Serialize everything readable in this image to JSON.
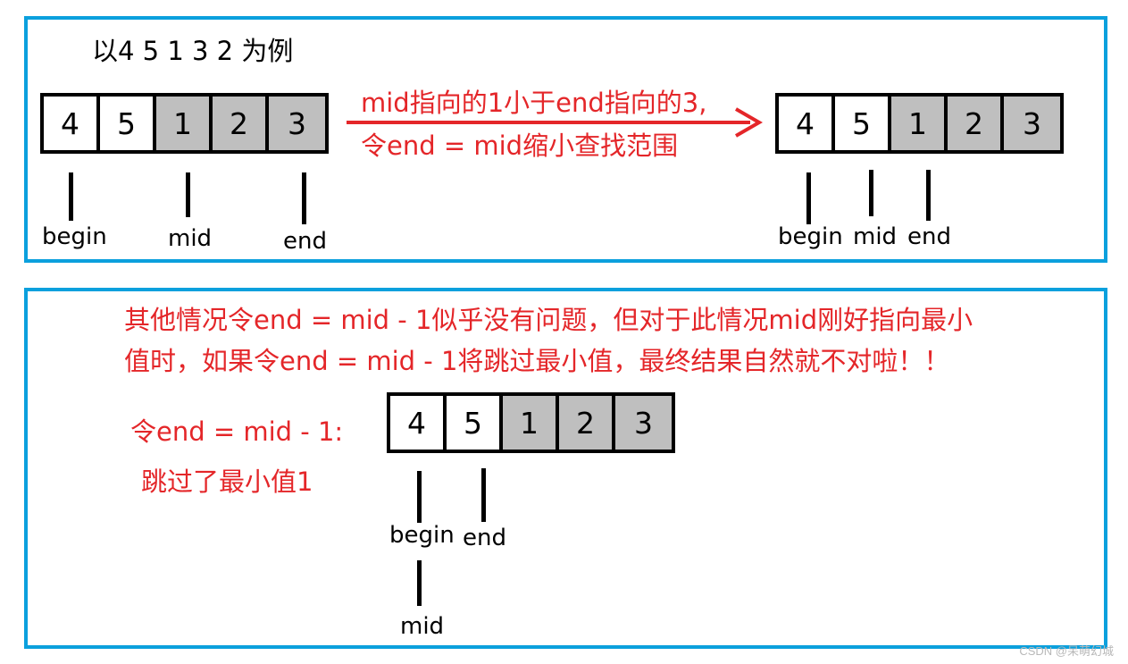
{
  "top_panel": {
    "example_label": "以4 5 1 3 2 为例",
    "array_before": {
      "cells": [
        {
          "value": "4",
          "shaded": false
        },
        {
          "value": "5",
          "shaded": false
        },
        {
          "value": "1",
          "shaded": true
        },
        {
          "value": "2",
          "shaded": true
        },
        {
          "value": "3",
          "shaded": true
        }
      ],
      "pointers": [
        "begin",
        "mid",
        "end"
      ]
    },
    "arrow_text_line1": "mid指向的1小于end指向的3,",
    "arrow_text_line2": "令end = mid缩小查找范围",
    "array_after": {
      "cells": [
        {
          "value": "4",
          "shaded": false
        },
        {
          "value": "5",
          "shaded": false
        },
        {
          "value": "1",
          "shaded": true
        },
        {
          "value": "2",
          "shaded": true
        },
        {
          "value": "3",
          "shaded": true
        }
      ],
      "pointers": [
        "begin",
        "mid",
        "end"
      ]
    }
  },
  "bottom_panel": {
    "note_line1": "其他情况令end = mid - 1似乎没有问题，但对于此情况mid刚好指向最小",
    "note_line2": "值时，如果令end = mid - 1将跳过最小值，最终结果自然就不对啦！！",
    "side_note_line1": "令end = mid - 1:",
    "side_note_line2": "跳过了最小值1",
    "array": {
      "cells": [
        {
          "value": "4",
          "shaded": false
        },
        {
          "value": "5",
          "shaded": false
        },
        {
          "value": "1",
          "shaded": true
        },
        {
          "value": "2",
          "shaded": true
        },
        {
          "value": "3",
          "shaded": true
        }
      ],
      "pointers": [
        "begin",
        "end",
        "mid"
      ]
    }
  },
  "watermark": "CSDN @呆萌幻城",
  "colors": {
    "border": "#0ba0dd",
    "annotation": "#e42629",
    "shaded_cell": "#bfbfbf"
  }
}
